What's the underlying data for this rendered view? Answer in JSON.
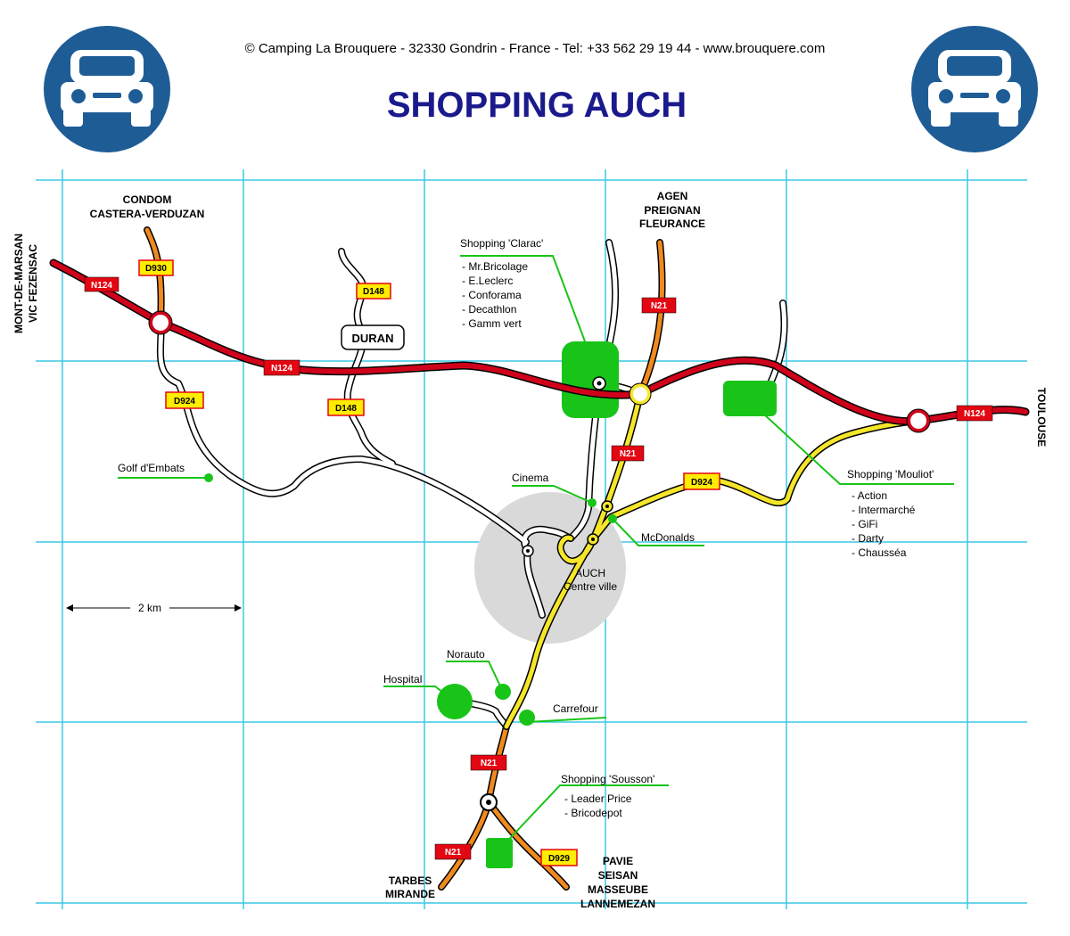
{
  "header": {
    "copyright": "© Camping La Brouquere - 32330 Gondrin - France - Tel: +33 562 29 19 44 - www.brouquere.com",
    "title": "SHOPPING AUCH",
    "title_color": "#1a1a8c",
    "sign_color": "#1e5c96",
    "left_icon": "car-icon",
    "right_icon": "car-icon"
  },
  "colors": {
    "grid": "#3cc8e6",
    "n124": "#d0021b",
    "n21": "#f08a1e",
    "d924": "#f5e62a",
    "white_road": "#ffffff",
    "shopping": "#19c419",
    "centre": "#d9d9d9"
  },
  "destinations": {
    "condom_1": "CONDOM",
    "condom_2": "CASTERA-VERDUZAN",
    "agen_1": "AGEN",
    "agen_2": "PREIGNAN",
    "agen_3": "FLEURANCE",
    "mont_1": "MONT-DE-MARSAN",
    "mont_2": "VIC FEZENSAC",
    "toulouse": "TOULOUSE",
    "tarbes_1": "TARBES",
    "tarbes_2": "MIRANDE",
    "pavie_1": "PAVIE",
    "pavie_2": "SEISAN",
    "pavie_3": "MASSEUBE",
    "pavie_4": "LANNEMEZAN"
  },
  "roads": {
    "n124_a": "N124",
    "n124_b": "N124",
    "n124_c": "N124",
    "d930": "D930",
    "d148_a": "D148",
    "d148_b": "D148",
    "d924_a": "D924",
    "d924_b": "D924",
    "n21_a": "N21",
    "n21_b": "N21",
    "n21_c": "N21",
    "n21_d": "N21",
    "d929": "D929"
  },
  "places": {
    "duran": "DURAN",
    "golf": "Golf d'Embats",
    "scale": "2 km",
    "cinema": "Cinema",
    "mcdonalds": "McDonalds",
    "centre_1": "AUCH",
    "centre_2": "Centre ville",
    "norauto": "Norauto",
    "hospital": "Hospital",
    "carrefour": "Carrefour"
  },
  "shopping_clarac": {
    "title": "Shopping 'Clarac'",
    "items": [
      "- Mr.Bricolage",
      "- E.Leclerc",
      "- Conforama",
      "- Decathlon",
      "- Gamm vert"
    ]
  },
  "shopping_mouliot": {
    "title": "Shopping 'Mouliot'",
    "items": [
      "- Action",
      "- Intermarché",
      "- GiFi",
      "- Darty",
      "- Chausséa"
    ]
  },
  "shopping_sousson": {
    "title": "Shopping 'Sousson'",
    "items": [
      "- Leader Price",
      "- Bricodepot"
    ]
  }
}
